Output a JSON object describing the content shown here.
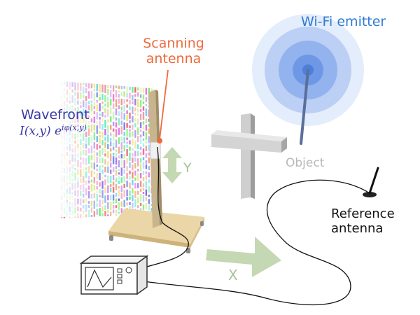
{
  "labels": {
    "scanning_antenna": [
      "Scanning",
      "antenna"
    ],
    "wifi_emitter": "Wi-Fi emitter",
    "wavefront": "Wavefront",
    "wavefront_formula": "I(x,y) e^{iφ(x,y)}",
    "object": "Object",
    "reference_antenna": [
      "Reference",
      "antenna"
    ],
    "axis_y": "Y",
    "axis_x": "X"
  },
  "colors": {
    "scanning_label": "#ee6a3c",
    "wifi_label": "#2f7ad4",
    "wavefront_label": "#3a3aa8",
    "object_label": "#b9b9b9",
    "reference_label": "#111111",
    "arrow_fill": "#c4d8b3",
    "base_plate": "#e8d3a4",
    "wifi_glow": "#5a8de0",
    "cable": "#111111"
  },
  "icons": {
    "scan_marker": "orange-dot-icon",
    "instrument": "oscilloscope-icon",
    "reference": "monopole-antenna-icon"
  }
}
